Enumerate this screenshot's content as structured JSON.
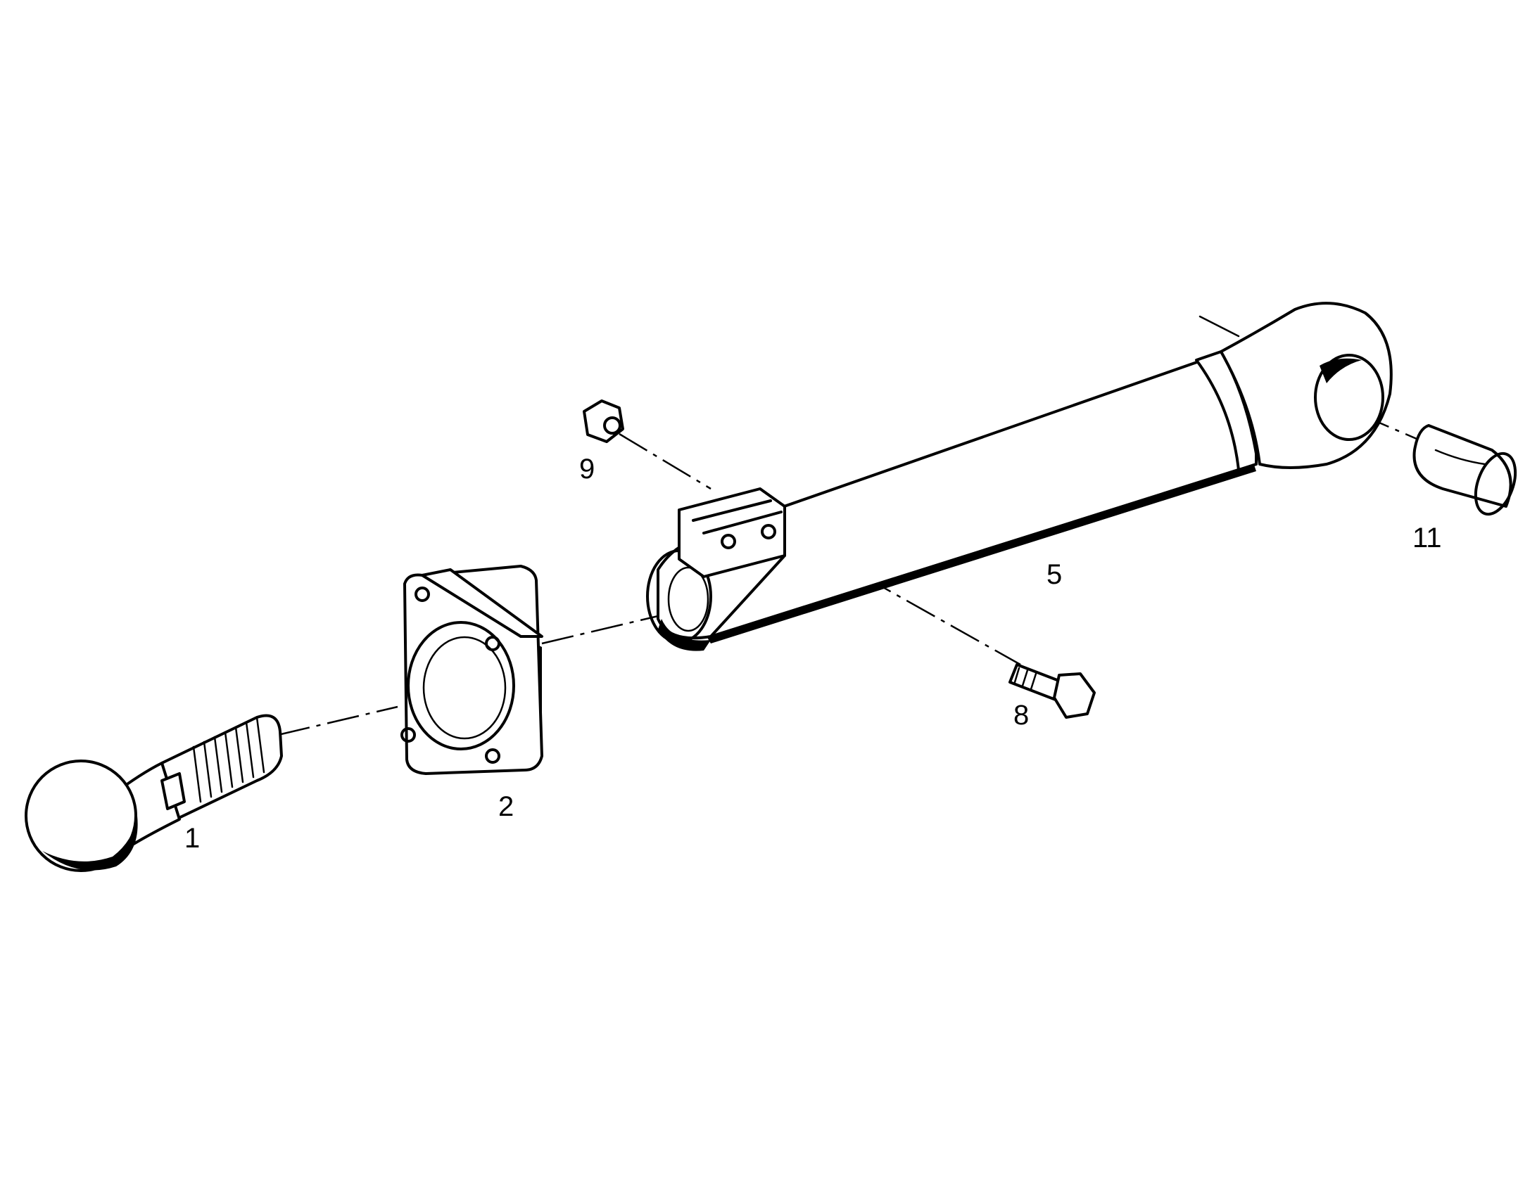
{
  "labels": {
    "ball_stud": "1",
    "flange_plate": "2",
    "tie_rod": "5",
    "bolt": "8",
    "nut": "9",
    "bushing": "11"
  },
  "colors": {
    "line": "#000000",
    "background": "#ffffff"
  }
}
